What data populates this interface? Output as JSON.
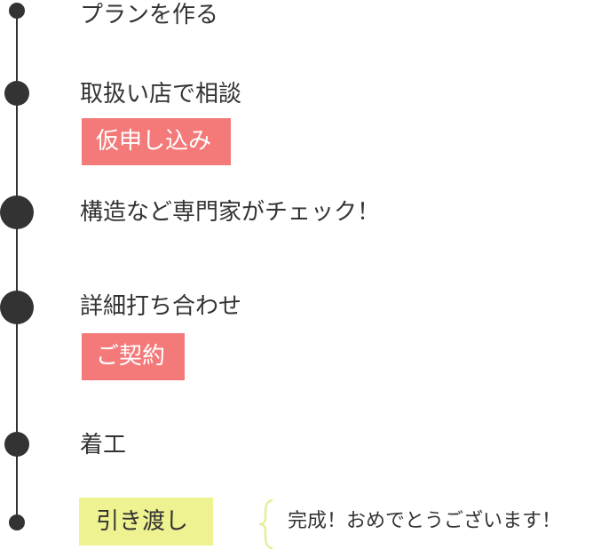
{
  "steps": [
    {
      "label": "プランを作る"
    },
    {
      "label": "取扱い店で相談",
      "badge": "仮申し込み"
    },
    {
      "label": "構造など専門家がチェック！"
    },
    {
      "label": "詳細打ち合わせ",
      "badge": "ご契約"
    },
    {
      "label": "着工"
    },
    {
      "badge": "引き渡し"
    }
  ],
  "completion_note": "完成！おめでとうございます！",
  "colors": {
    "line": "#333333",
    "badge_pink": "#f47a7a",
    "badge_yellow": "#eef290",
    "brace": "#e8ee9a",
    "text": "#333333"
  }
}
